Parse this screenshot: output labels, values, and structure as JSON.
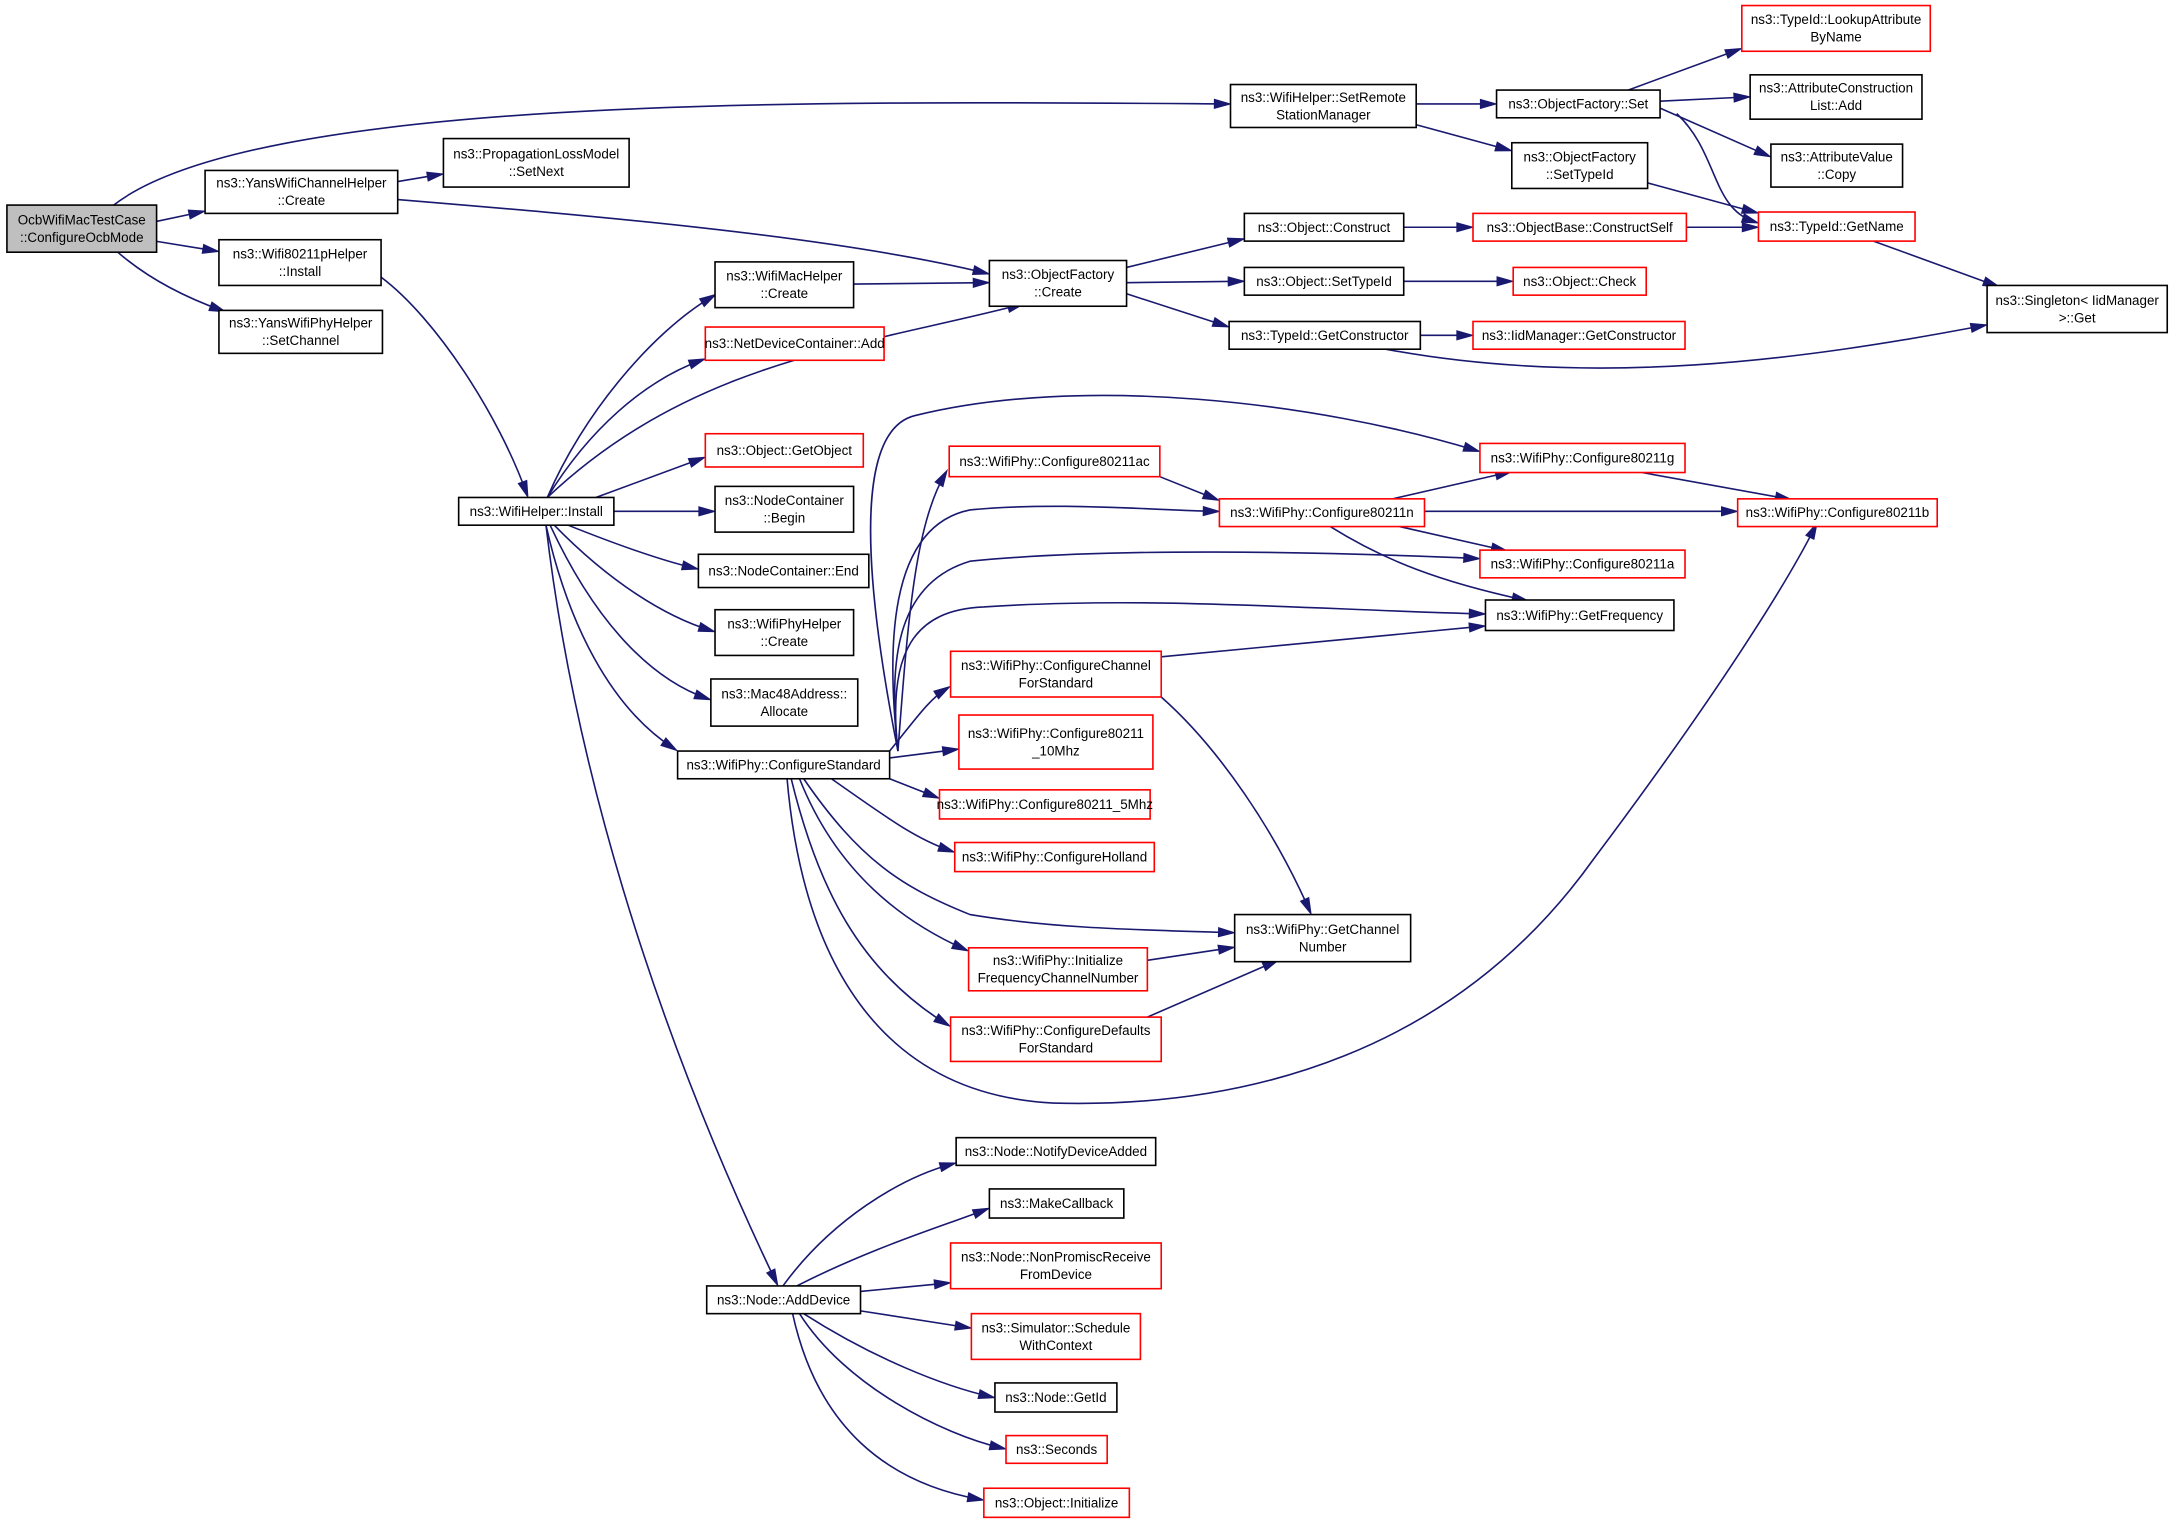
{
  "diagram": {
    "nodes": [
      {
        "id": "root",
        "lines": [
          "OcbWifiMacTestCase",
          "::ConfigureOcbMode"
        ],
        "style": "root"
      },
      {
        "id": "setremote",
        "lines": [
          "ns3::WifiHelper::SetRemote",
          "StationManager"
        ],
        "style": "plain"
      },
      {
        "id": "yanschcreate",
        "lines": [
          "ns3::YansWifiChannelHelper",
          "::Create"
        ],
        "style": "plain"
      },
      {
        "id": "proploss",
        "lines": [
          "ns3::PropagationLossModel",
          "::SetNext"
        ],
        "style": "plain"
      },
      {
        "id": "w80211pinstall",
        "lines": [
          "ns3::Wifi80211pHelper",
          "::Install"
        ],
        "style": "plain"
      },
      {
        "id": "yansphysetch",
        "lines": [
          "ns3::YansWifiPhyHelper",
          "::SetChannel"
        ],
        "style": "plain"
      },
      {
        "id": "wifimachelper",
        "lines": [
          "ns3::WifiMacHelper",
          "::Create"
        ],
        "style": "plain"
      },
      {
        "id": "ndcadd",
        "lines": [
          "ns3::NetDeviceContainer::Add"
        ],
        "style": "ref"
      },
      {
        "id": "getobject",
        "lines": [
          "ns3::Object::GetObject"
        ],
        "style": "ref"
      },
      {
        "id": "ncbegin",
        "lines": [
          "ns3::NodeContainer",
          "::Begin"
        ],
        "style": "plain"
      },
      {
        "id": "ncend",
        "lines": [
          "ns3::NodeContainer::End"
        ],
        "style": "plain"
      },
      {
        "id": "wifiphyhelpercreate",
        "lines": [
          "ns3::WifiPhyHelper",
          "::Create"
        ],
        "style": "plain"
      },
      {
        "id": "mac48",
        "lines": [
          "ns3::Mac48Address::",
          "Allocate"
        ],
        "style": "plain"
      },
      {
        "id": "wifihelperinstall",
        "lines": [
          "ns3::WifiHelper::Install"
        ],
        "style": "plain"
      },
      {
        "id": "configstd",
        "lines": [
          "ns3::WifiPhy::ConfigureStandard"
        ],
        "style": "plain"
      },
      {
        "id": "nodeadddevice",
        "lines": [
          "ns3::Node::AddDevice"
        ],
        "style": "plain"
      },
      {
        "id": "ofcreate",
        "lines": [
          "ns3::ObjectFactory",
          "::Create"
        ],
        "style": "plain"
      },
      {
        "id": "ofset",
        "lines": [
          "ns3::ObjectFactory::Set"
        ],
        "style": "plain"
      },
      {
        "id": "ofsettypeid",
        "lines": [
          "ns3::ObjectFactory",
          "::SetTypeId"
        ],
        "style": "plain"
      },
      {
        "id": "lookupattr",
        "lines": [
          "ns3::TypeId::LookupAttribute",
          "ByName"
        ],
        "style": "ref"
      },
      {
        "id": "attrconstr",
        "lines": [
          "ns3::AttributeConstruction",
          "List::Add"
        ],
        "style": "plain"
      },
      {
        "id": "attrcopy",
        "lines": [
          "ns3::AttributeValue",
          "::Copy"
        ],
        "style": "plain"
      },
      {
        "id": "typeidgetname",
        "lines": [
          "ns3::TypeId::GetName"
        ],
        "style": "ref"
      },
      {
        "id": "objconstruct",
        "lines": [
          "ns3::Object::Construct"
        ],
        "style": "plain"
      },
      {
        "id": "objbaseconstructself",
        "lines": [
          "ns3::ObjectBase::ConstructSelf"
        ],
        "style": "ref"
      },
      {
        "id": "objsettypeid",
        "lines": [
          "ns3::Object::SetTypeId"
        ],
        "style": "plain"
      },
      {
        "id": "objcheck",
        "lines": [
          "ns3::Object::Check"
        ],
        "style": "ref"
      },
      {
        "id": "typeidgetconstructor",
        "lines": [
          "ns3::TypeId::GetConstructor"
        ],
        "style": "plain"
      },
      {
        "id": "iidmgrgetconstructor",
        "lines": [
          "ns3::IidManager::GetConstructor"
        ],
        "style": "ref"
      },
      {
        "id": "singleton",
        "lines": [
          "ns3::Singleton< IidManager",
          ">::Get"
        ],
        "style": "plain"
      },
      {
        "id": "cfg80211ac",
        "lines": [
          "ns3::WifiPhy::Configure80211ac"
        ],
        "style": "ref"
      },
      {
        "id": "cfg80211g",
        "lines": [
          "ns3::WifiPhy::Configure80211g"
        ],
        "style": "ref"
      },
      {
        "id": "cfg80211n",
        "lines": [
          "ns3::WifiPhy::Configure80211n"
        ],
        "style": "ref"
      },
      {
        "id": "cfg80211b",
        "lines": [
          "ns3::WifiPhy::Configure80211b"
        ],
        "style": "ref"
      },
      {
        "id": "cfg80211a",
        "lines": [
          "ns3::WifiPhy::Configure80211a"
        ],
        "style": "ref"
      },
      {
        "id": "getfrequency",
        "lines": [
          "ns3::WifiPhy::GetFrequency"
        ],
        "style": "plain"
      },
      {
        "id": "cfgchannelstd",
        "lines": [
          "ns3::WifiPhy::ConfigureChannel",
          "ForStandard"
        ],
        "style": "ref"
      },
      {
        "id": "cfg10mhz",
        "lines": [
          "ns3::WifiPhy::Configure80211",
          "_10Mhz"
        ],
        "style": "ref"
      },
      {
        "id": "cfg5mhz",
        "lines": [
          "ns3::WifiPhy::Configure80211_5Mhz"
        ],
        "style": "ref"
      },
      {
        "id": "cfgholland",
        "lines": [
          "ns3::WifiPhy::ConfigureHolland"
        ],
        "style": "ref"
      },
      {
        "id": "getchannelnumber",
        "lines": [
          "ns3::WifiPhy::GetChannel",
          "Number"
        ],
        "style": "plain"
      },
      {
        "id": "initfreqch",
        "lines": [
          "ns3::WifiPhy::Initialize",
          "FrequencyChannelNumber"
        ],
        "style": "ref"
      },
      {
        "id": "cfgdefaults",
        "lines": [
          "ns3::WifiPhy::ConfigureDefaults",
          "ForStandard"
        ],
        "style": "ref"
      },
      {
        "id": "notifydeviceadded",
        "lines": [
          "ns3::Node::NotifyDeviceAdded"
        ],
        "style": "plain"
      },
      {
        "id": "makecallback",
        "lines": [
          "ns3::MakeCallback"
        ],
        "style": "plain"
      },
      {
        "id": "nonpromisc",
        "lines": [
          "ns3::Node::NonPromiscReceive",
          "FromDevice"
        ],
        "style": "ref"
      },
      {
        "id": "schedulewithcontext",
        "lines": [
          "ns3::Simulator::Schedule",
          "WithContext"
        ],
        "style": "ref"
      },
      {
        "id": "nodegetid",
        "lines": [
          "ns3::Node::GetId"
        ],
        "style": "plain"
      },
      {
        "id": "seconds",
        "lines": [
          "ns3::Seconds"
        ],
        "style": "ref"
      },
      {
        "id": "objinitialize",
        "lines": [
          "ns3::Object::Initialize"
        ],
        "style": "ref"
      }
    ]
  }
}
